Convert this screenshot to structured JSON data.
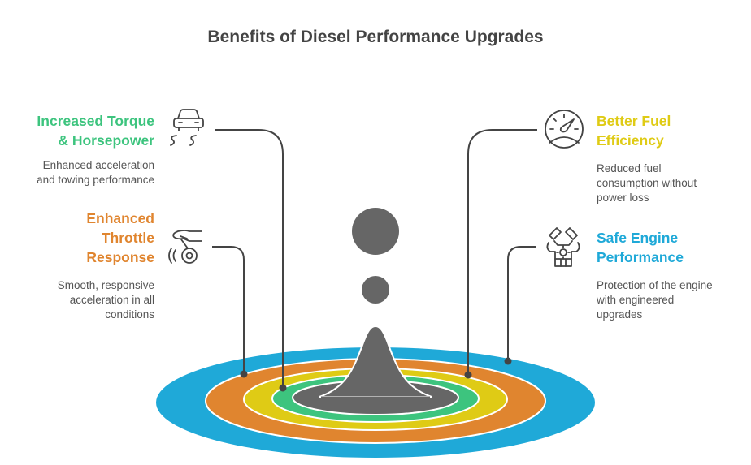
{
  "title": "Benefits of Diesel Performance Upgrades",
  "colors": {
    "torque": "#3dc47e",
    "throttle": "#e0852f",
    "fuel": "#dfcb15",
    "engine": "#1fa9d8",
    "center": "#666666",
    "connector": "#444444"
  },
  "items": [
    {
      "id": "torque",
      "title_lines": [
        "Increased Torque",
        "& Horsepower"
      ],
      "desc_lines": [
        "Enhanced acceleration",
        "and towing performance"
      ],
      "icon": "car-skid-icon"
    },
    {
      "id": "throttle",
      "title_lines": [
        "Enhanced",
        "Throttle",
        "Response"
      ],
      "desc_lines": [
        "Smooth, responsive",
        "acceleration in all",
        "conditions"
      ],
      "icon": "hand-pedal-icon"
    },
    {
      "id": "fuel",
      "title_lines": [
        "Better Fuel",
        "Efficiency"
      ],
      "desc_lines": [
        "Reduced fuel",
        "consumption without",
        "power loss"
      ],
      "icon": "speedometer-icon"
    },
    {
      "id": "engine",
      "title_lines": [
        "Safe Engine",
        "Performance"
      ],
      "desc_lines": [
        "Protection of the engine",
        "with engineered",
        "upgrades"
      ],
      "icon": "engine-icon"
    }
  ]
}
